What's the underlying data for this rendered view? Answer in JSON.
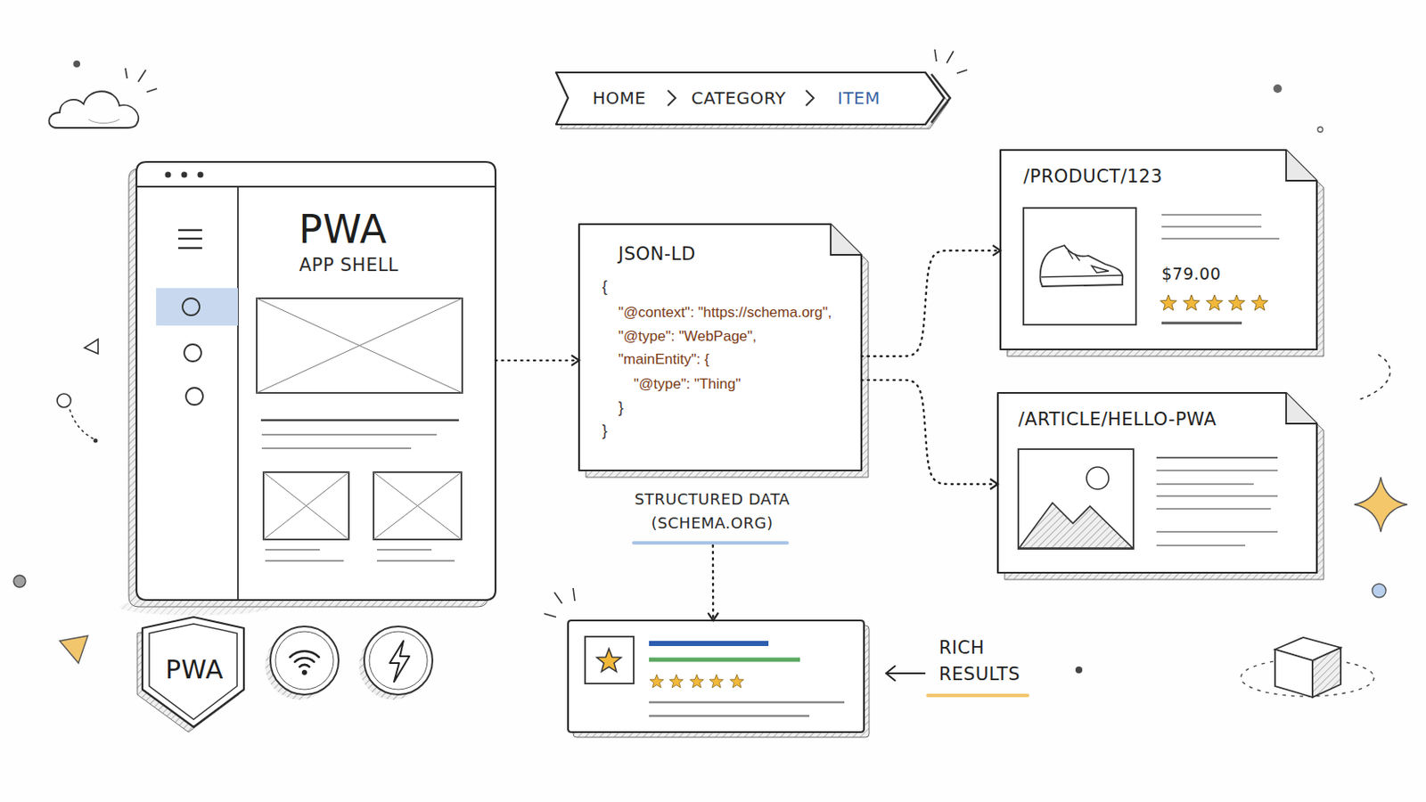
{
  "diagram": {
    "nodes": [
      {
        "text": [
          "HOME",
          "CATEGORY",
          "ITEM"
        ]
      },
      {
        "text": [
          "PWA",
          "APP SHELL"
        ]
      },
      {
        "text": [
          "JSON-LD",
          "{",
          "\"@context\": \"https://schema.org\",",
          "\"@type\": \"WebPage\",",
          "\"mainEntity\": {",
          "\"@type\": \"Thing\"",
          "}",
          "}",
          "STRUCTURED DATA (SCHEMA.ORG)"
        ]
      },
      {
        "text": [
          "/PRODUCT/123",
          "$79.00"
        ]
      },
      {
        "text": [
          "/ARTICLE/HELLO-PWA"
        ]
      },
      {
        "text": [
          "RICH RESULTS"
        ]
      },
      {
        "text": [
          "PWA"
        ]
      }
    ],
    "edges": [
      {
        "from": 1,
        "to": 2,
        "arrow": "to"
      },
      {
        "from": 2,
        "to": 3,
        "arrow": "to"
      },
      {
        "from": 2,
        "to": 4,
        "arrow": "to"
      },
      {
        "from": 2,
        "to": 5,
        "arrow": "to"
      }
    ]
  }
}
